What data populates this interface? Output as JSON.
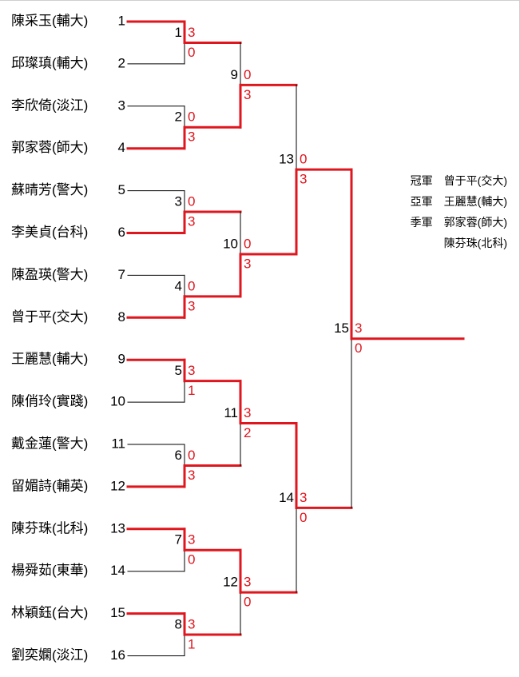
{
  "colors": {
    "winner": "#e0161e",
    "loser": "#000000",
    "text": "#000000",
    "score": "#e0161e"
  },
  "players": [
    {
      "seed": "1",
      "name": "陳采玉(輔大)"
    },
    {
      "seed": "2",
      "name": "邱璨瑱(輔大)"
    },
    {
      "seed": "3",
      "name": "李欣倚(淡江)"
    },
    {
      "seed": "4",
      "name": "郭家蓉(師大)"
    },
    {
      "seed": "5",
      "name": "蘇晴芳(警大)"
    },
    {
      "seed": "6",
      "name": "李美貞(台科)"
    },
    {
      "seed": "7",
      "name": "陳盈瑛(警大)"
    },
    {
      "seed": "8",
      "name": "曾于平(交大)"
    },
    {
      "seed": "9",
      "name": "王麗慧(輔大)"
    },
    {
      "seed": "10",
      "name": "陳俏玲(實踐)"
    },
    {
      "seed": "11",
      "name": "戴金蓮(警大)"
    },
    {
      "seed": "12",
      "name": "留媚詩(輔英)"
    },
    {
      "seed": "13",
      "name": "陳芬珠(北科)"
    },
    {
      "seed": "14",
      "name": "楊舜茹(東華)"
    },
    {
      "seed": "15",
      "name": "林穎鈺(台大)"
    },
    {
      "seed": "16",
      "name": "劉奕嫻(淡江)"
    }
  ],
  "matches": [
    {
      "num": "1",
      "top": "3",
      "bottom": "0",
      "winner": "top"
    },
    {
      "num": "2",
      "top": "0",
      "bottom": "3",
      "winner": "bottom"
    },
    {
      "num": "3",
      "top": "0",
      "bottom": "3",
      "winner": "bottom"
    },
    {
      "num": "4",
      "top": "0",
      "bottom": "3",
      "winner": "bottom"
    },
    {
      "num": "5",
      "top": "3",
      "bottom": "1",
      "winner": "top"
    },
    {
      "num": "6",
      "top": "0",
      "bottom": "3",
      "winner": "bottom"
    },
    {
      "num": "7",
      "top": "3",
      "bottom": "0",
      "winner": "top"
    },
    {
      "num": "8",
      "top": "3",
      "bottom": "1",
      "winner": "top"
    },
    {
      "num": "9",
      "top": "0",
      "bottom": "3",
      "winner": "bottom"
    },
    {
      "num": "10",
      "top": "0",
      "bottom": "3",
      "winner": "bottom"
    },
    {
      "num": "11",
      "top": "3",
      "bottom": "2",
      "winner": "top"
    },
    {
      "num": "12",
      "top": "3",
      "bottom": "0",
      "winner": "top"
    },
    {
      "num": "13",
      "top": "0",
      "bottom": "3",
      "winner": "bottom"
    },
    {
      "num": "14",
      "top": "3",
      "bottom": "0",
      "winner": "top"
    },
    {
      "num": "15",
      "top": "3",
      "bottom": "0",
      "winner": "top"
    }
  ],
  "results": [
    {
      "title": "冠軍",
      "name": "曾于平",
      "school": "(交大)"
    },
    {
      "title": "亞軍",
      "name": "王麗慧",
      "school": "(輔大)"
    },
    {
      "title": "季軍",
      "name": "郭家蓉",
      "school": "(師大)"
    },
    {
      "title": "",
      "name": "陳芬珠",
      "school": "(北科)"
    }
  ]
}
